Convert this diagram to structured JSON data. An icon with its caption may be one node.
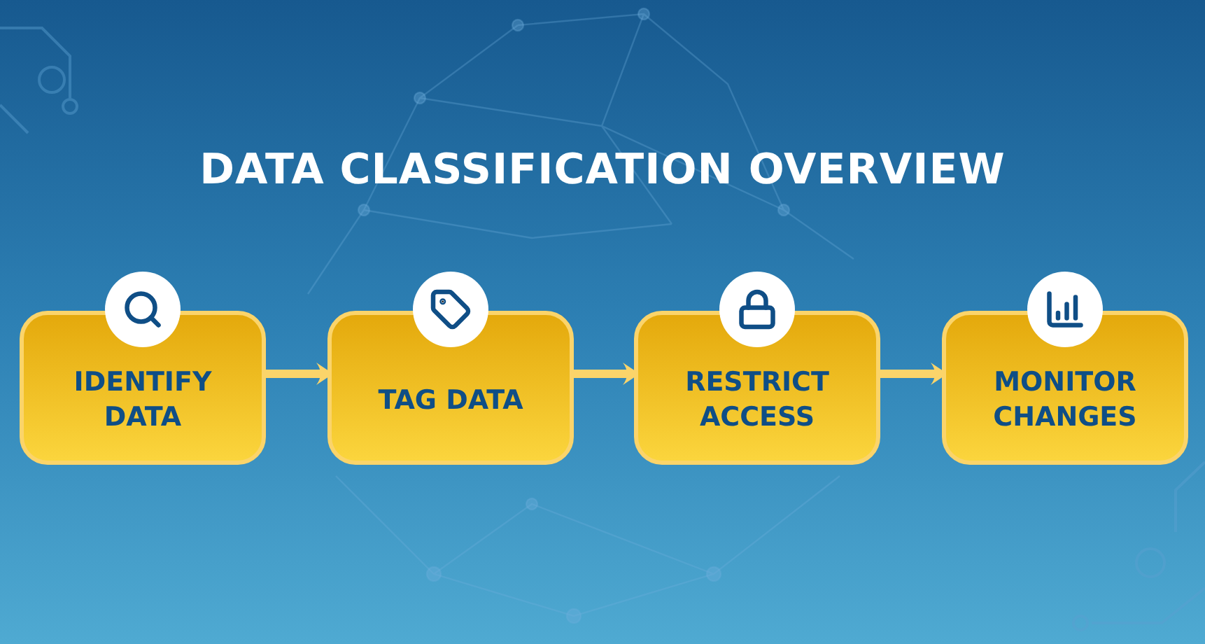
{
  "diagram": {
    "title": "DATA CLASSIFICATION OVERVIEW",
    "nodes": [
      {
        "text": [
          "IDENTIFY DATA"
        ]
      },
      {
        "text": [
          "TAG DATA"
        ]
      },
      {
        "text": [
          "RESTRICT ACCESS"
        ]
      },
      {
        "text": [
          "MONITOR CHANGES"
        ]
      }
    ],
    "edges": [
      {
        "from": 0,
        "to": 1,
        "arrow": "to"
      },
      {
        "from": 1,
        "to": 2,
        "arrow": "to"
      },
      {
        "from": 2,
        "to": 3,
        "arrow": "to"
      }
    ]
  }
}
